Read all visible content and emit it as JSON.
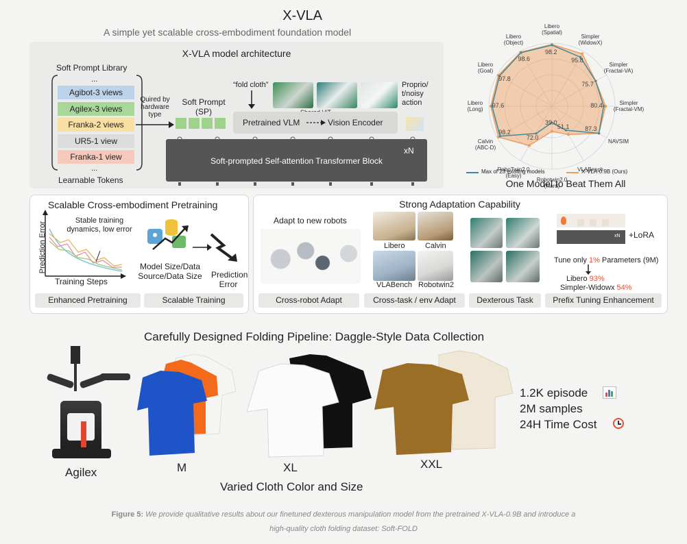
{
  "header": {
    "title": "X-VLA",
    "subtitle": "A simple yet scalable cross-embodiment foundation model"
  },
  "architecture": {
    "title": "X-VLA model architecture",
    "library_title": "Soft Prompt Library",
    "library_items": [
      {
        "label": "Agibot-3 views",
        "color": "#bcd3ec"
      },
      {
        "label": "Agilex-3 views",
        "color": "#a9d79a"
      },
      {
        "label": "Franka-2 views",
        "color": "#f8dfa2"
      },
      {
        "label": "UR5-1 view",
        "color": "#dcdcdc"
      },
      {
        "label": "Franka-1 view",
        "color": "#f6c9bd"
      }
    ],
    "ellipsis": "...",
    "learnable_tokens": "Learnable Tokens",
    "quired_by": "Quired by hardware type",
    "soft_prompt": "Soft Prompt (SP)",
    "fold_cloth": "“fold cloth”",
    "shared_vit": "Shared ViT",
    "vlm": "Pretrained VLM",
    "vision_encoder": "Vision Encoder",
    "proprio": "Proprio/ t/noisy action",
    "transformer": "Soft-prompted Self-attention Transformer Block",
    "xn": "xN"
  },
  "radar": {
    "title": "One Model to Beat Them All",
    "legend_existing": "Max of 23 existing models",
    "legend_ours": "X-VLA-0.9B (Ours)",
    "colors": {
      "existing": "#3f8a9a",
      "ours": "#ef9c5a"
    },
    "axes": [
      {
        "label": "Libero (Spatial)",
        "value_label": "98.2",
        "ours": 0.98,
        "existing": 0.97
      },
      {
        "label": "Simpler (WidowX)",
        "value_label": "95.8",
        "ours": 0.96,
        "existing": 0.9
      },
      {
        "label": "Simpler (Fractal-VA)",
        "value_label": "75.7",
        "ours": 0.8,
        "existing": 0.8
      },
      {
        "label": "Simpler (Fractal-VM)",
        "value_label": "80.4",
        "ours": 0.85,
        "existing": 0.82
      },
      {
        "label": "NAVSIM",
        "value_label": "87.3",
        "ours": 0.86,
        "existing": 0.86
      },
      {
        "label": "VLABench",
        "value_label": "51.1",
        "ours": 0.52,
        "existing": 0.44
      },
      {
        "label": "Robotwin2.0 (Hard)",
        "value_label": "39.0",
        "ours": 0.4,
        "existing": 0.26
      },
      {
        "label": "RoboTwin2.0 (Easy)",
        "value_label": "72.0",
        "ours": 0.72,
        "existing": 0.5
      },
      {
        "label": "Calvin (ABC-D)",
        "value_label": "98.2",
        "ours": 0.98,
        "existing": 0.95
      },
      {
        "label": "Libero (Long)",
        "value_label": "97.6",
        "ours": 0.97,
        "existing": 0.95
      },
      {
        "label": "Libero (Goal)",
        "value_label": "97.8",
        "ours": 0.98,
        "existing": 0.96
      },
      {
        "label": "Libero (Object)",
        "value_label": "98.6",
        "ours": 0.99,
        "existing": 0.98
      }
    ]
  },
  "pretraining": {
    "title": "Scalable Cross-embodiment Pretraining",
    "y_label": "Prediction Error",
    "x_label": "Training Steps",
    "annotation": "Stable training dynamics, low error",
    "model_size": "Model Size/Data Source/Data Size",
    "prediction_error": "Prediction Error",
    "sub_left": "Enhanced Pretraining",
    "sub_right": "Scalable Training"
  },
  "adaptation": {
    "title": "Strong Adaptation Capability",
    "adapt_new": "Adapt to new robots",
    "tasks": [
      "Libero",
      "Calvin",
      "VLABench",
      "Robotwin2"
    ],
    "lora": "+LoRA",
    "xn": "xN",
    "tune_prefix": "Tune only ",
    "tune_pct": "1%",
    "tune_suffix": " Parameters (9M)",
    "libero_label": "Libero ",
    "libero_pct": "93%",
    "widowx_label": "Simpler-Widowx ",
    "widowx_pct": "54%",
    "sub": [
      "Cross-robot Adapt",
      "Cross-task / env Adapt",
      "Dexterous Task",
      "Prefix Tuning Enhancement"
    ]
  },
  "folding": {
    "title": "Carefully Designed Folding Pipeline: Daggle-Style Data Collection",
    "robot": "Agilex",
    "sizes": [
      "M",
      "XL",
      "XXL"
    ],
    "varied": "Varied Cloth Color and Size",
    "stats": [
      "1.2K episode",
      "2M samples",
      "24H Time Cost"
    ],
    "stat_icons": [
      "bar-chart-icon",
      "alarm-clock-icon"
    ]
  },
  "caption": {
    "label": "Figure 5:",
    "text": " We provide qualitative results about our finetuned dexterous manipulation model from the pretrained X-VLA-0.9B and introduce a",
    "line2": "high-quality cloth folding dataset: Soft-FOLD"
  }
}
